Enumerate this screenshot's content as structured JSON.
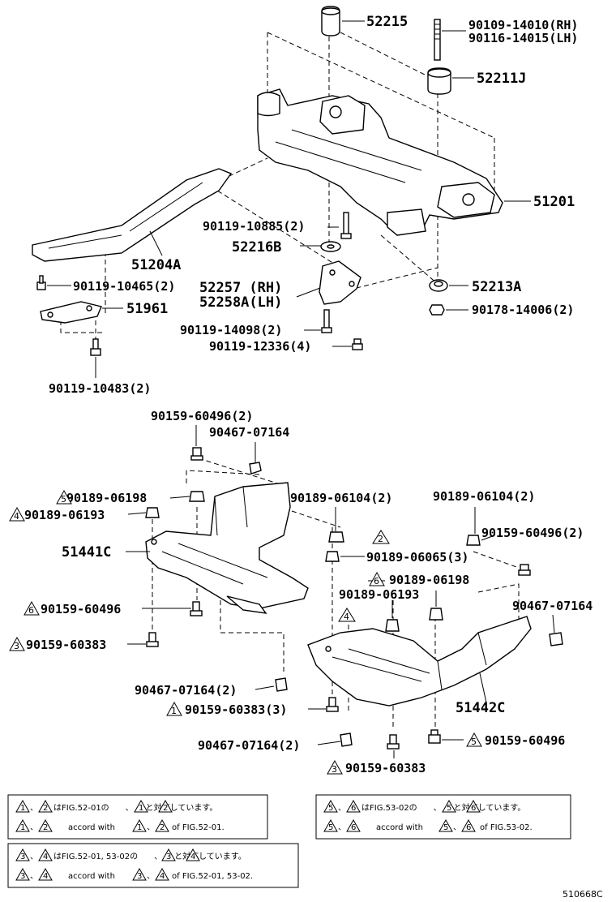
{
  "labels": {
    "p52215": "52215",
    "p90109": "90109-14010(RH)",
    "p90116": "90116-14015(LH)",
    "p52211J": "52211J",
    "p51201": "51201",
    "p90119_10885": "90119-10885(2)",
    "p52216B": "52216B",
    "p51204A": "51204A",
    "p90119_10465": "90119-10465(2)",
    "p52257": "52257 (RH)",
    "p52258A": "52258A(LH)",
    "p52213A": "52213A",
    "p90178": "90178-14006(2)",
    "p51961": "51961",
    "p90119_14098": "90119-14098(2)",
    "p90119_12336": "90119-12336(4)",
    "p90119_10483": "90119-10483(2)",
    "p90159_60496_2a": "90159-60496(2)",
    "p90467_07164_a": "90467-07164",
    "p90189_06198_a": "90189-06198",
    "p90189_06193_a": "90189-06193",
    "p90189_06104_2a": "90189-06104(2)",
    "p90189_06104_2b": "90189-06104(2)",
    "p51441C": "51441C",
    "p90159_60496_2b": "90159-60496(2)",
    "p90189_06065": "90189-06065(3)",
    "p90189_06198_b": "90189-06198",
    "p90189_06193_b": "90189-06193",
    "p90159_60496_a": "90159-60496",
    "p90467_07164_b": "90467-07164",
    "p90159_60383_a": "90159-60383",
    "p90467_07164_2a": "90467-07164(2)",
    "p90159_60383_3": "90159-60383(3)",
    "p51442C": "51442C",
    "p90467_07164_2b": "90467-07164(2)",
    "p90159_60496_b": "90159-60496",
    "p90159_60383_b": "90159-60383"
  },
  "triangles": {
    "t5a": "5",
    "t4a": "4",
    "t2a": "2",
    "t6a": "6",
    "t6b": "6",
    "t4b": "4",
    "t3a": "3",
    "t1a": "1",
    "t5b": "5",
    "t3b": "3"
  },
  "notes": {
    "box1_line1": "はFIG.52-01の　　、　　と対応しています。",
    "box1_line2_a": "accord with",
    "box1_line2_b": "of FIG.52-01.",
    "box2_line1": "はFIG.53-02の　　、　　と対応しています。",
    "box2_line2_a": "accord with",
    "box2_line2_b": "of FIG.53-02.",
    "box3_line1": "はFIG.52-01, 53-02の　　、　　と対応しています。",
    "box3_line2_a": "accord with",
    "box3_line2_b": "of FIG.52-01, 53-02.",
    "sep": "、",
    "n1": "1",
    "n2": "2",
    "n3": "3",
    "n4": "4",
    "n5": "5",
    "n6": "6"
  },
  "figure_code": "510668C"
}
